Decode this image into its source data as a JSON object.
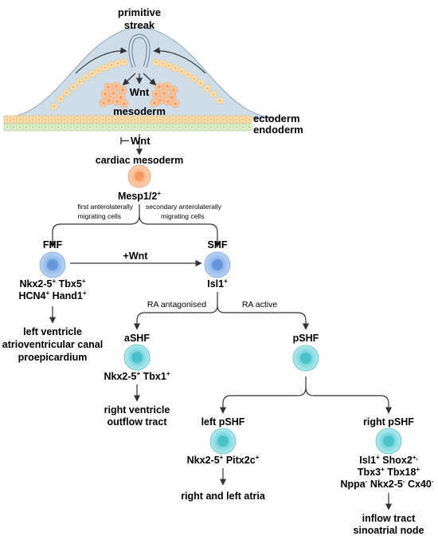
{
  "embryo": {
    "title_line1": "primitive",
    "title_line2": "streak",
    "wnt": "Wnt",
    "mesoderm": "mesoderm",
    "ectoderm": "ectoderm",
    "endoderm": "endoderm"
  },
  "wnt_inhibit": "Wnt",
  "cardiac_mesoderm": "cardiac mesoderm",
  "mesp": {
    "name": "Mesp1/2",
    "sup": "+"
  },
  "branches": {
    "first_line1": "first anterolaterally",
    "first_line2": "migrating cells",
    "second_line1": "secondary anterolaterally",
    "second_line2": "migrating cells"
  },
  "fhf": {
    "label": "FHF",
    "m1": "Nkx2-5",
    "s1": "+",
    "m2": "Tbx5",
    "s2": "+",
    "m3": "HCN4",
    "s3": "+",
    "m4": "Hand1",
    "s4": "+",
    "out1": "left ventricle",
    "out2": "atrioventricular canal",
    "out3": "proepicardium"
  },
  "plus_wnt": "+Wnt",
  "shf": {
    "label": "SHF",
    "m1": "Isl1",
    "s1": "+"
  },
  "ra": {
    "antagonised": "RA antagonised",
    "active": "RA active"
  },
  "ashf": {
    "label": "aSHF",
    "m1": "Nkx2-5",
    "s1": "+",
    "m2": "Tbx1",
    "s2": "+",
    "out1": "right ventricle",
    "out2": "outflow tract"
  },
  "pshf": {
    "label": "pSHF"
  },
  "left_pshf": {
    "label": "left pSHF",
    "m1": "Nkx2-5",
    "s1": "+",
    "m2": "Pitx2c",
    "s2": "+",
    "out1": "right and left atria"
  },
  "right_pshf": {
    "label": "right pSHF",
    "m1": "Isl1",
    "s1": "+",
    "m2": "Shox2",
    "s2": "+,",
    "m3": "Tbx3",
    "s3": "+",
    "m4": "Tbx18",
    "s4": "+",
    "m5": "Nppa",
    "s5": "-",
    "m6": "Nkx2-5",
    "s6": "-",
    "m7": "Cx40",
    "s7": "-",
    "out1": "inflow tract",
    "out2": "sinoatrial node"
  },
  "colors": {
    "embryo_fill": "#cfdde8",
    "ectoderm_cell": "#fbe0b4",
    "endoderm_cell": "#e6f2d6",
    "mesoderm_cell": "#f4a46a",
    "orange_cell": "#f8c29b",
    "blue_cell": "#a9c8ee",
    "teal_cell": "#8fdbe0"
  }
}
